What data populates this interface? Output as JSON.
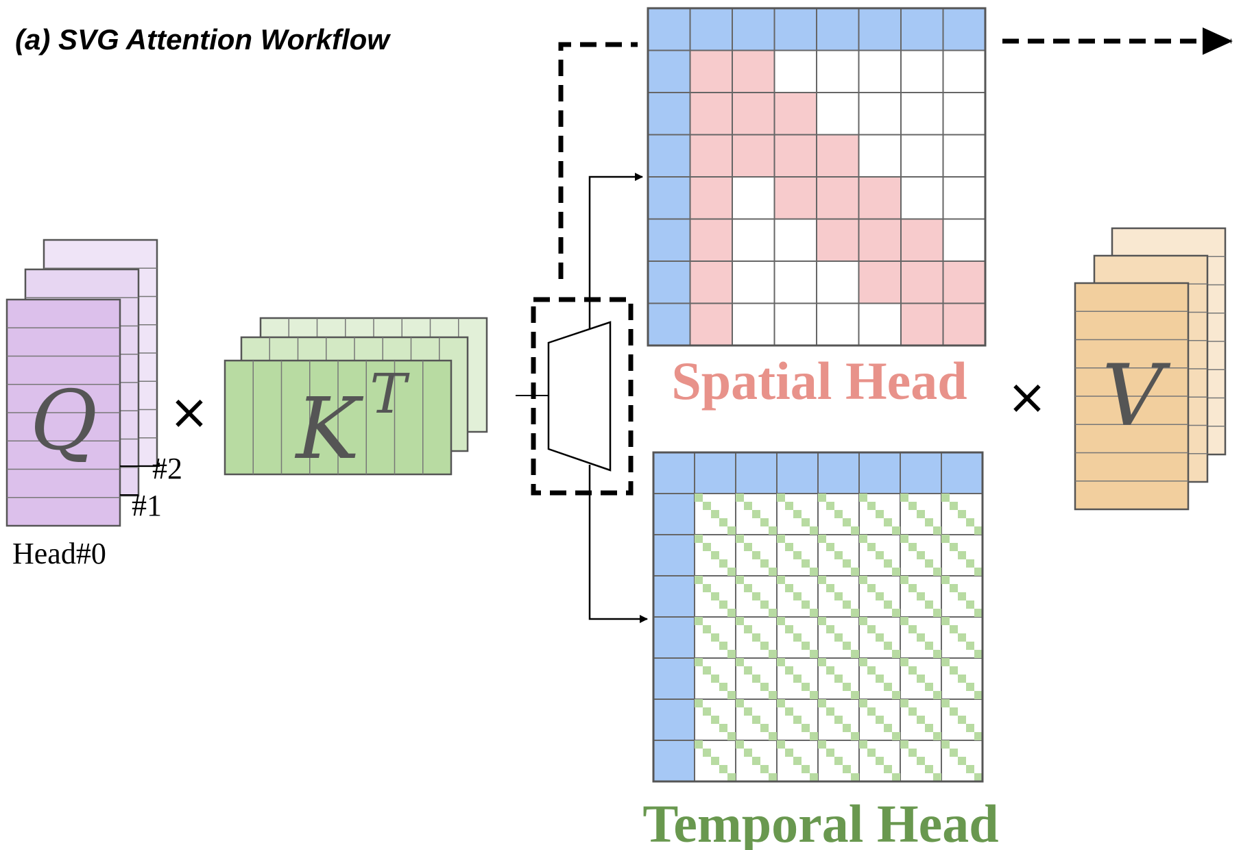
{
  "figure": {
    "title": "(a) SVG Attention Workflow"
  },
  "q_stack": {
    "symbol": "Q",
    "labels": [
      "Head#0",
      "#1",
      "#2"
    ],
    "color_front": "#dcc0eb",
    "color_mid": "#e7d6f2",
    "color_back": "#efe4f7"
  },
  "kt_stack": {
    "symbol": "K",
    "superscript": "T",
    "color_front": "#b8dba2",
    "color_mid": "#d3e9c4",
    "color_back": "#e2f0d8"
  },
  "v_stack": {
    "symbol": "V",
    "color_front": "#f2cf9e",
    "color_mid": "#f6dcb8",
    "color_back": "#f9e8d1"
  },
  "operators": {
    "multiply_1": "×",
    "multiply_2": "×"
  },
  "spatial_head": {
    "label": "Spatial Head",
    "label_color": "#e8928a",
    "mask_color": "#f7cbcc",
    "header_color": "#a6c8f5",
    "mask": [
      [
        1,
        1,
        0,
        0,
        0,
        0,
        0
      ],
      [
        1,
        1,
        1,
        0,
        0,
        0,
        0
      ],
      [
        1,
        1,
        1,
        1,
        0,
        0,
        0
      ],
      [
        1,
        0,
        1,
        1,
        1,
        0,
        0
      ],
      [
        1,
        0,
        0,
        1,
        1,
        1,
        0
      ],
      [
        1,
        0,
        0,
        0,
        1,
        1,
        1
      ],
      [
        1,
        0,
        0,
        0,
        0,
        1,
        1
      ]
    ]
  },
  "temporal_head": {
    "label": "Temporal Head",
    "label_color": "#69984f",
    "mask_color": "#b8dba2",
    "header_color": "#a6c8f5"
  }
}
